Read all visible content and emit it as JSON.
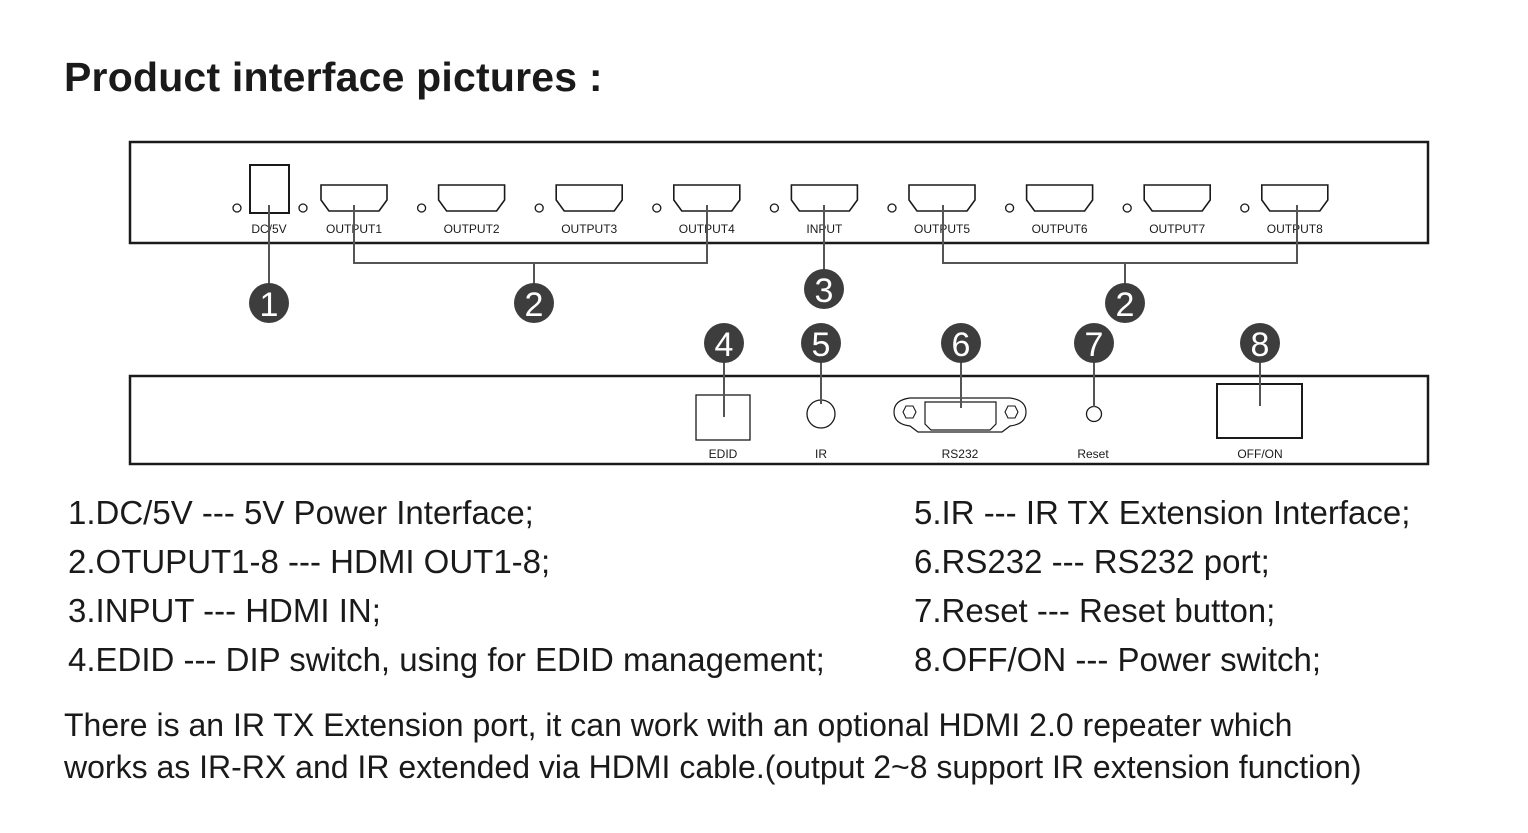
{
  "title": "Product interface pictures :",
  "front_panel": {
    "ports": [
      {
        "id": "dc5v",
        "label": "DC/5V",
        "type": "power"
      },
      {
        "id": "output1",
        "label": "OUTPUT1",
        "type": "hdmi"
      },
      {
        "id": "output2",
        "label": "OUTPUT2",
        "type": "hdmi"
      },
      {
        "id": "output3",
        "label": "OUTPUT3",
        "type": "hdmi"
      },
      {
        "id": "output4",
        "label": "OUTPUT4",
        "type": "hdmi"
      },
      {
        "id": "input",
        "label": "INPUT",
        "type": "hdmi"
      },
      {
        "id": "output5",
        "label": "OUTPUT5",
        "type": "hdmi"
      },
      {
        "id": "output6",
        "label": "OUTPUT6",
        "type": "hdmi"
      },
      {
        "id": "output7",
        "label": "OUTPUT7",
        "type": "hdmi"
      },
      {
        "id": "output8",
        "label": "OUTPUT8",
        "type": "hdmi"
      }
    ],
    "callouts": [
      "1",
      "2",
      "3",
      "2"
    ]
  },
  "rear_panel": {
    "ports": [
      {
        "id": "edid",
        "label": "EDID",
        "type": "dip-switch"
      },
      {
        "id": "ir",
        "label": "IR",
        "type": "ir-jack"
      },
      {
        "id": "rs232",
        "label": "RS232",
        "type": "db9"
      },
      {
        "id": "reset",
        "label": "Reset",
        "type": "button"
      },
      {
        "id": "offon",
        "label": "OFF/ON",
        "type": "power-switch"
      }
    ],
    "callouts": [
      "4",
      "5",
      "6",
      "7",
      "8"
    ]
  },
  "legend": {
    "left": [
      "1.DC/5V --- 5V Power Interface;",
      "2.OTUPUT1-8 --- HDMI OUT1-8;",
      "3.INPUT --- HDMI IN;",
      "4.EDID --- DIP switch, using for EDID management;"
    ],
    "right": [
      "5.IR --- IR TX Extension Interface;",
      "6.RS232 --- RS232 port;",
      "7.Reset --- Reset button;",
      "8.OFF/ON --- Power switch;"
    ]
  },
  "note": [
    "There is an IR TX Extension port, it can work with an optional HDMI 2.0 repeater which",
    "works as IR-RX and IR extended via HDMI cable.(output 2~8 support IR extension function)"
  ],
  "colors": {
    "ink": "#1a1a1a",
    "callout_fill": "#3d3d3d",
    "leader": "#555555"
  }
}
